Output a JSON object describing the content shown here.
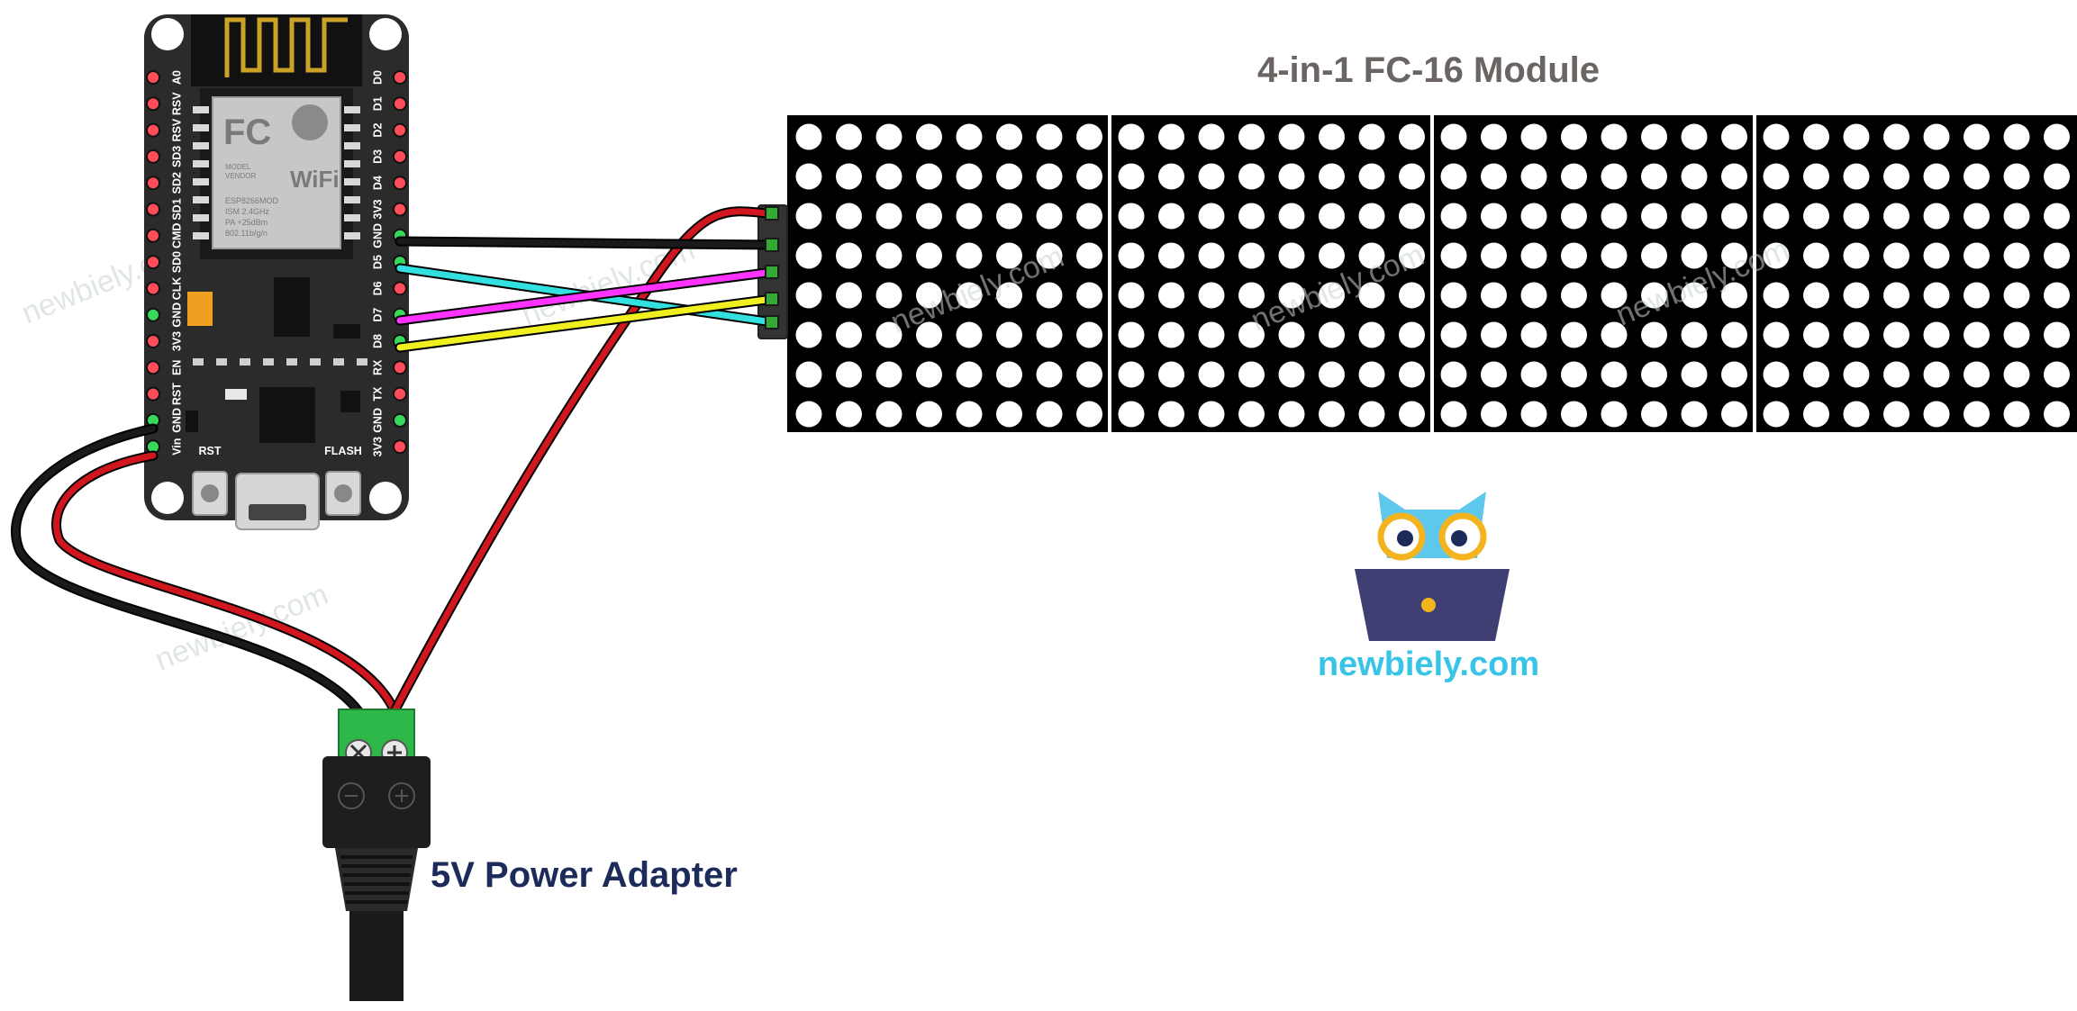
{
  "title": "4-in-1 FC-16 Module",
  "power_label": "5V Power Adapter",
  "brand": "newbiely.com",
  "watermark": "newbiely.com",
  "board": {
    "left_pins": [
      "A0",
      "RSV",
      "RSV",
      "SD3",
      "SD2",
      "SD1",
      "CMD",
      "SD0",
      "CLK",
      "GND",
      "3V3",
      "EN",
      "RST",
      "GND",
      "Vin"
    ],
    "right_pins": [
      "D0",
      "D1",
      "D2",
      "D3",
      "D4",
      "3V3",
      "GND",
      "D5",
      "D6",
      "D7",
      "D8",
      "RX",
      "TX",
      "GND",
      "3V3"
    ],
    "rst_label": "RST",
    "flash_label": "FLASH",
    "module_text": [
      "MODEL",
      "VENDOR",
      "ESP8266MOD",
      "ISM 2.4GHz",
      "PA +25dBm",
      "802.11b/g/n"
    ],
    "fc_text": "FC",
    "wifi_text": "WiFi"
  },
  "colors": {
    "wire_black": "#1a1a1a",
    "wire_red": "#d0161e",
    "wire_cyan": "#33e0e0",
    "wire_magenta": "#ff33ff",
    "wire_yellow": "#f0f020",
    "title_color": "#6a6462",
    "power_label_color": "#1c2b5a",
    "brand_color": "#38c4e6",
    "terminal_green": "#2eb84a"
  },
  "matrix": {
    "modules": 4,
    "rows": 8,
    "cols": 8
  }
}
